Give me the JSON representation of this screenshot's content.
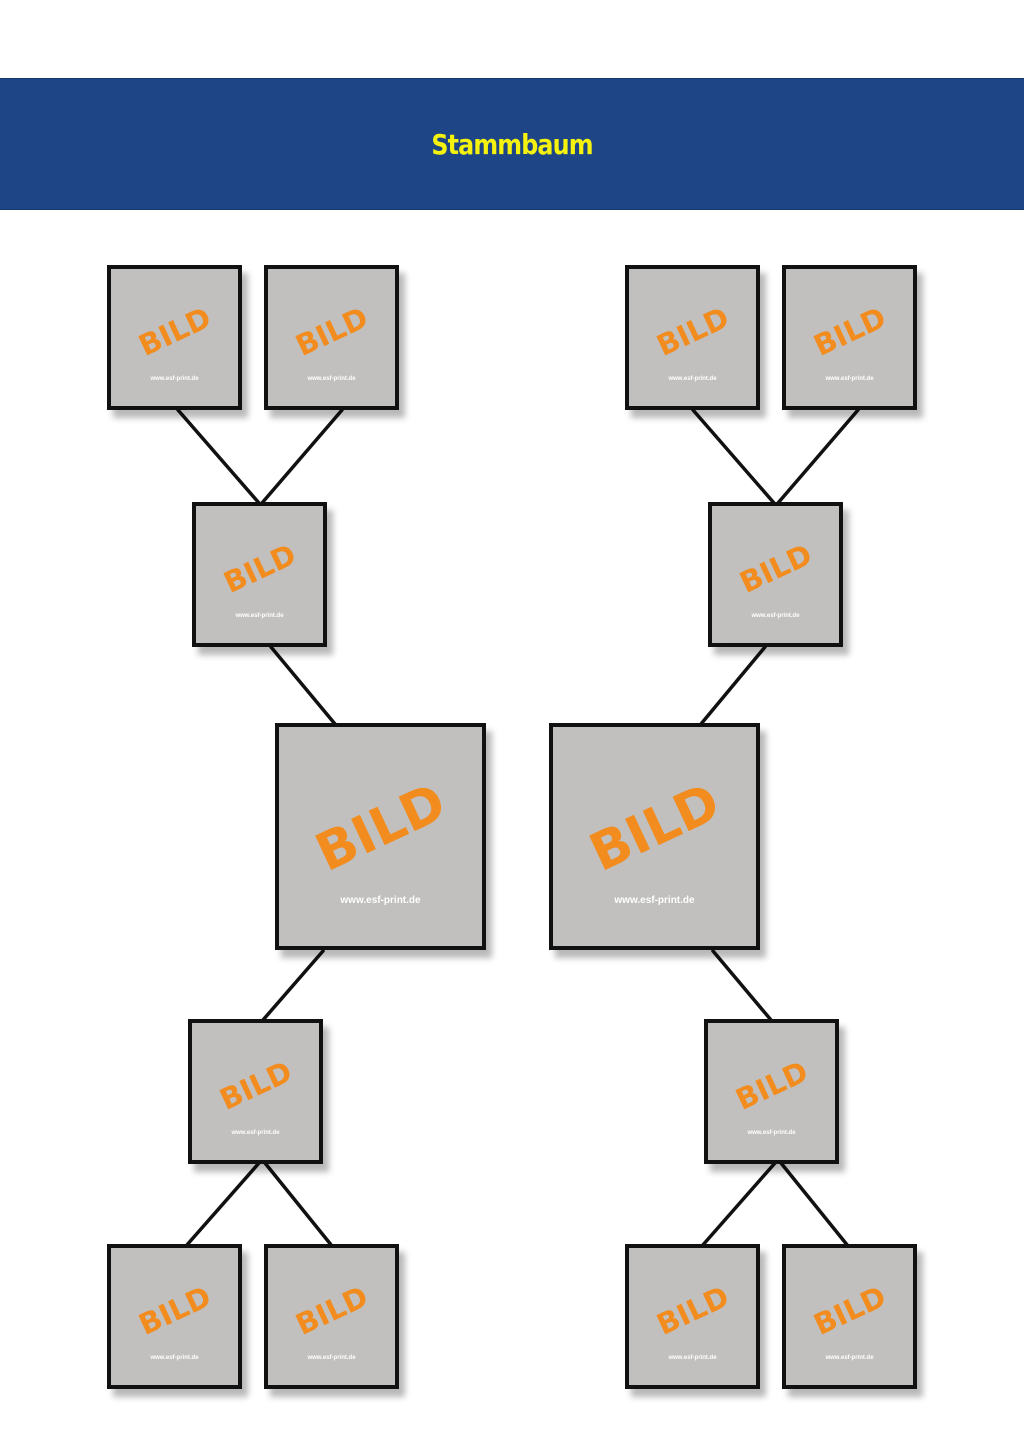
{
  "header": {
    "title": "Stammbaum",
    "background_color": "#1e4585",
    "title_color": "#f4f20e"
  },
  "photo_frames": {
    "placeholder_text": "BILD",
    "watermark_text": "www.esf-print.de",
    "placeholder_color": "#f28c1e",
    "frame_fill": "#c1c0bf"
  }
}
